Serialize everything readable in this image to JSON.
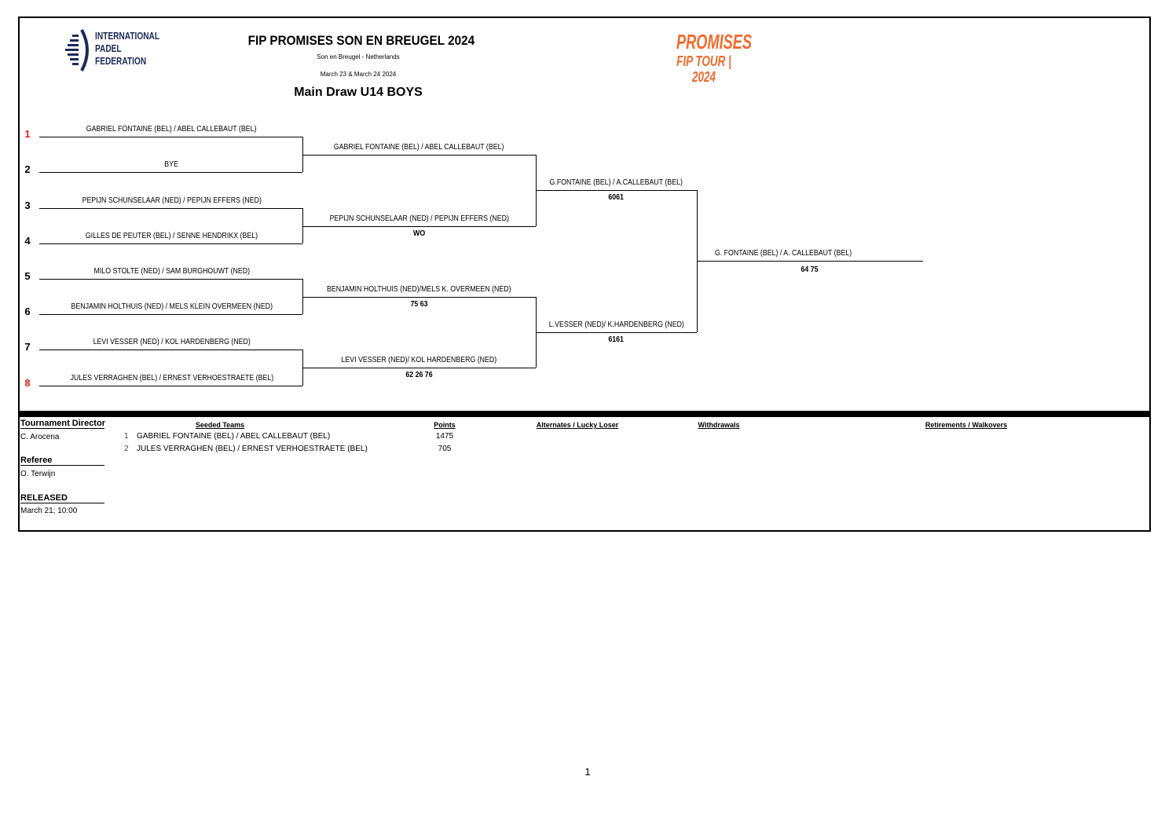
{
  "header": {
    "title": "FIP PROMISES SON EN BREUGEL 2024",
    "location": "Son en Breugel - Netherlands",
    "dates": "March 23 & March 24 2024",
    "draw": "Main Draw U14 BOYS"
  },
  "logos": {
    "fip_lines": [
      "INTERNATIONAL",
      "PADEL",
      "FEDERATION"
    ],
    "promises_lines": [
      "PROMISES",
      "FIP TOUR | 2024"
    ]
  },
  "colors": {
    "seed_red": "#e02020",
    "promises_orange": "#f26a2e",
    "fip_navy": "#1c2b5a"
  },
  "round1": [
    {
      "pos": "1",
      "name": "GABRIEL FONTAINE (BEL) / ABEL CALLEBAUT (BEL)",
      "seeded": true
    },
    {
      "pos": "2",
      "name": "BYE",
      "seeded": false
    },
    {
      "pos": "3",
      "name": "PEPIJN SCHUNSELAAR (NED) / PEPIJN EFFERS (NED)",
      "seeded": false
    },
    {
      "pos": "4",
      "name": "GILLES DE PEUTER (BEL) / SENNE HENDRIKX (BEL)",
      "seeded": false
    },
    {
      "pos": "5",
      "name": "MILO STOLTE (NED) / SAM BURGHOUWT (NED)",
      "seeded": false
    },
    {
      "pos": "6",
      "name": "BENJAMIN HOLTHUIS (NED) / MELS KLEIN OVERMEEN (NED)",
      "seeded": false
    },
    {
      "pos": "7",
      "name": "LEVI VESSER (NED) / KOL HARDENBERG (NED)",
      "seeded": false
    },
    {
      "pos": "8",
      "name": "JULES VERRAGHEN (BEL) / ERNEST VERHOESTRAETE (BEL)",
      "seeded": true
    }
  ],
  "round2": [
    {
      "name": "GABRIEL FONTAINE (BEL) / ABEL CALLEBAUT (BEL)",
      "score": ""
    },
    {
      "name": "PEPIJN SCHUNSELAAR (NED) / PEPIJN EFFERS (NED)",
      "score": "WO"
    },
    {
      "name": "BENJAMIN HOLTHUIS (NED)/MELS K. OVERMEEN (NED)",
      "score": "75 63"
    },
    {
      "name": "LEVI VESSER (NED)/ KOL HARDENBERG (NED)",
      "score": "62 26 76"
    }
  ],
  "round3": [
    {
      "name": "G.FONTAINE (BEL) / A.CALLEBAUT (BEL)",
      "score": "6061"
    },
    {
      "name": "L.VESSER (NED)/ K.HARDENBERG (NED)",
      "score": "6161"
    }
  ],
  "final": {
    "name": "G. FONTAINE (BEL) / A. CALLEBAUT (BEL)",
    "score": "64 75"
  },
  "footer": {
    "director_label": "Tournament Director",
    "director": "C. Arocena",
    "referee_label": "Referee",
    "referee": "O. Terwijn",
    "released_label": "RELEASED",
    "released": "March 21; 10:00",
    "seeded_header": "Seeded Teams",
    "points_header": "Points",
    "alternates_header": "Alternates / Lucky Loser",
    "withdrawals_header": "Withdrawals",
    "retirements_header": "Retirements / Walkovers",
    "seeded": [
      {
        "n": "1",
        "name": "GABRIEL FONTAINE (BEL) / ABEL CALLEBAUT (BEL)",
        "points": "1475"
      },
      {
        "n": "2",
        "name": "JULES VERRAGHEN (BEL) / ERNEST VERHOESTRAETE (BEL)",
        "points": "705"
      }
    ]
  },
  "page_number": "1"
}
